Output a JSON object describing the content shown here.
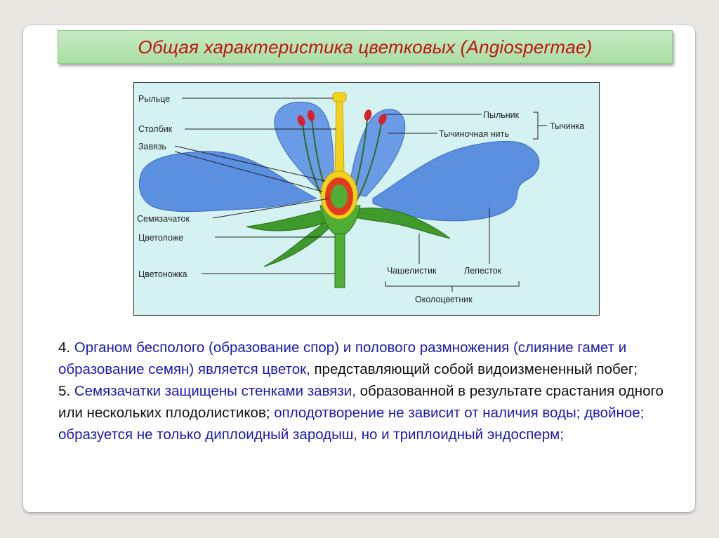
{
  "title": "Общая характеристика цветковых (Angiospermae)",
  "diagram": {
    "labels": {
      "stigma": "Рыльце",
      "style": "Столбик",
      "ovary": "Завязь",
      "ovule": "Семязачаток",
      "receptacle": "Цветоложе",
      "pedicel": "Цветоножка",
      "anther": "Пыльник",
      "filament": "Тычиночная нить",
      "stamen": "Тычинка",
      "sepal": "Чашелистик",
      "petal": "Лепесток",
      "perianth": "Околоцветник"
    },
    "colors": {
      "background": "#d5f2f3",
      "petal": "#5b8fe0",
      "leaf": "#3e9a2a",
      "pistil": "#f2d21c",
      "ovary_wall": "#e23a1e",
      "anther": "#d6202c"
    }
  },
  "text": {
    "p4_num": "4. ",
    "p4_blue": "Органом бесполого (образование спор) и полового размножения (слияние гамет и образование семян) является цветок,",
    "p4_plain": " представляющий собой видоизмененный побег;",
    "p5_num": "5. ",
    "p5_blue1": "Семязачатки защищены стенками завязи,",
    "p5_plain": " образованной в результате срастания одного или нескольких плодолистиков;",
    "p5_blue2": " оплодотворение не зависит от наличия воды; двойное; образуется не только диплоидный зародыш, но и триплоидный эндосперм;"
  }
}
